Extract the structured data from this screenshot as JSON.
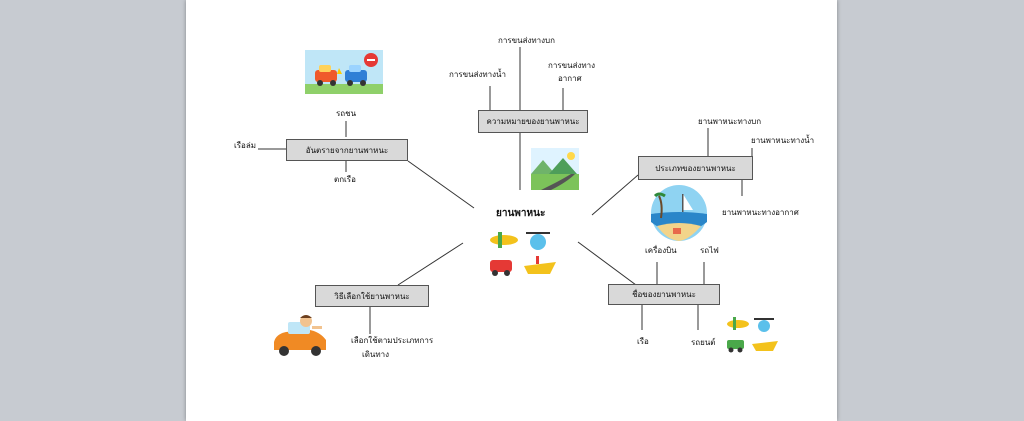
{
  "diagram": {
    "center": "ยานพาหนะ",
    "meaning": {
      "title": "ความหมายของยานพาหนะ",
      "land": "การขนส่งทางบก",
      "water": "การขนส่งทางน้ำ",
      "air_line1": "การขนส่งทาง",
      "air_line2": "อากาศ"
    },
    "danger": {
      "title": "อันตรายจากยานพาหนะ",
      "car_crash": "รถชน",
      "boat_sink": "เรือล่ม",
      "fall_boat": "ตกเรือ"
    },
    "types": {
      "title": "ประเภทของยานพาหนะ",
      "land": "ยานพาหนะทางบก",
      "water": "ยานพาหนะทางน้ำ",
      "air": "ยานพาหนะทางอากาศ"
    },
    "names": {
      "title": "ชื่อของยานพาหนะ",
      "plane": "เครื่องบิน",
      "train": "รถไฟ",
      "boat": "เรือ",
      "car": "รถยนต์"
    },
    "choose": {
      "title": "วิธีเลือกใช้ยานพาหนะ",
      "line1": "เลือกใช้ตามประเภทการ",
      "line2": "เดินทาง"
    }
  }
}
